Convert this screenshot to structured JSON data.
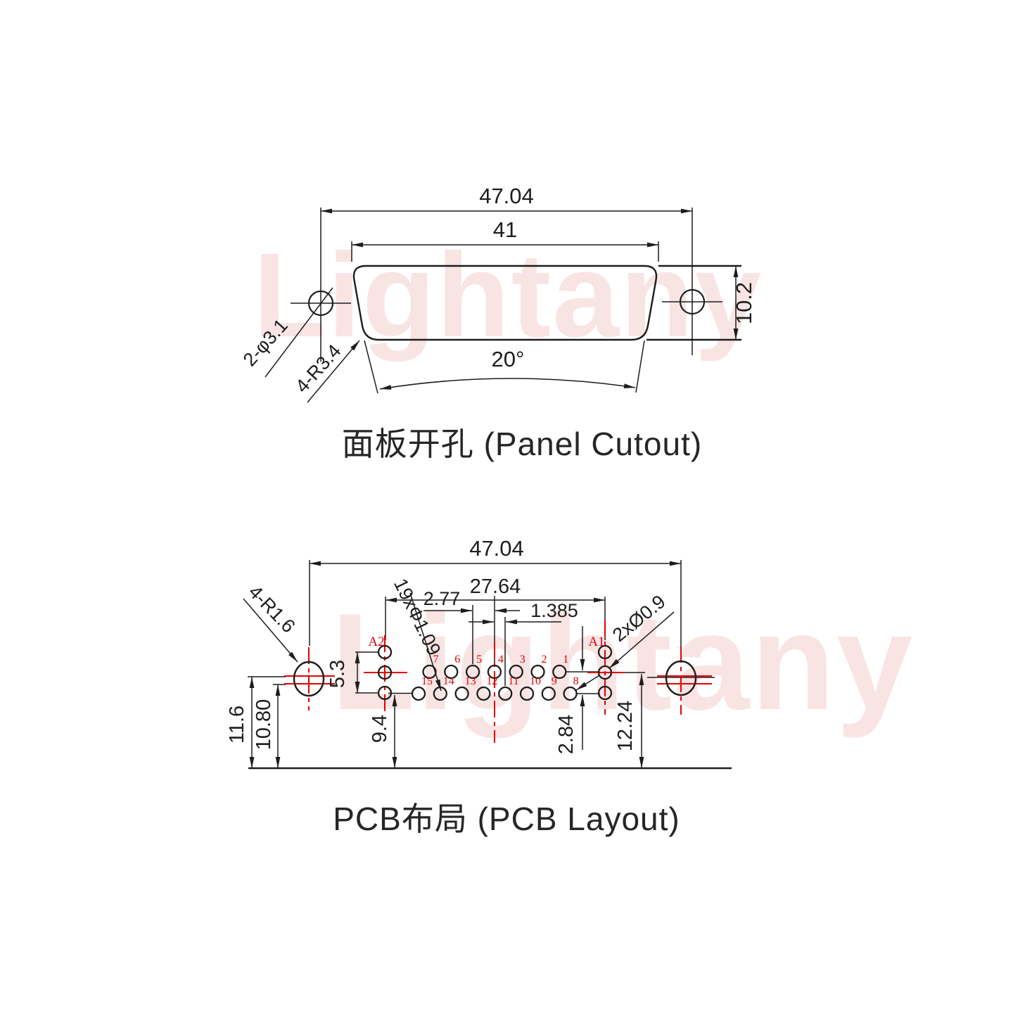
{
  "watermark": "Lightany",
  "colors": {
    "accent_red": "#e60000",
    "line_black": "#1d1d1d",
    "watermark_pink": "#f9e4e4"
  },
  "panel_cutout": {
    "title": "面板开孔 (Panel Cutout)",
    "dims": {
      "outer_width": "47.04",
      "cutout_width": "41",
      "cutout_height": "10.2",
      "side_angle": "20°",
      "mount_holes": "2-φ3.1",
      "corner_radius": "4-R3.4"
    }
  },
  "pcb_layout": {
    "title": "PCB布局 (PCB Layout)",
    "dims": {
      "outer_width": "47.04",
      "contact_span": "27.64",
      "pin_pitch": "2.77",
      "row_offset": "1.385",
      "coax_span": "5.3",
      "row_gap": "2.84",
      "mount_height": "11.6",
      "mount_height2": "10.80",
      "row_height": "9.4",
      "coax_height": "12.24",
      "signal_holes": "19xΦ1.09",
      "coax_holes": "2xØ0.9",
      "mount_radius": "4-R1.6"
    },
    "coax_labels": [
      "A2",
      "A1"
    ],
    "pin_numbers_top": [
      "7",
      "6",
      "5",
      "4",
      "3",
      "2",
      "1"
    ],
    "pin_numbers_bottom": [
      "15",
      "14",
      "13",
      "12",
      "11",
      "10",
      "9",
      "8"
    ]
  }
}
